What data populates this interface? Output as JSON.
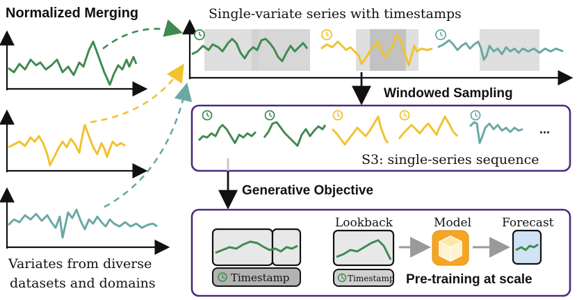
{
  "left": {
    "title": "Normalized Merging",
    "caption_line1": "Variates from diverse",
    "caption_line2": "datasets and domains"
  },
  "top": {
    "title": "Single-variate series with timestamps"
  },
  "arrows": {
    "windowed": "Windowed Sampling",
    "generative": "Generative Objective"
  },
  "sequence_box": {
    "label": "S3: single-series sequence",
    "ellipsis": "..."
  },
  "bottom_box": {
    "timestamp_label": "Timestamp",
    "timestamp_small": "Timestamp",
    "lookback_label": "Lookback",
    "model_label": "Model",
    "forecast_label": "Forecast",
    "pretrain_label": "Pre-training at scale"
  },
  "colors": {
    "green": "#3f8a4f",
    "yellow": "#f2c22c",
    "teal": "#6aa8a4",
    "purple": "#4b2a7b",
    "gray_box": "#c8c8c8",
    "forecast_fill": "#cfe3f5"
  }
}
